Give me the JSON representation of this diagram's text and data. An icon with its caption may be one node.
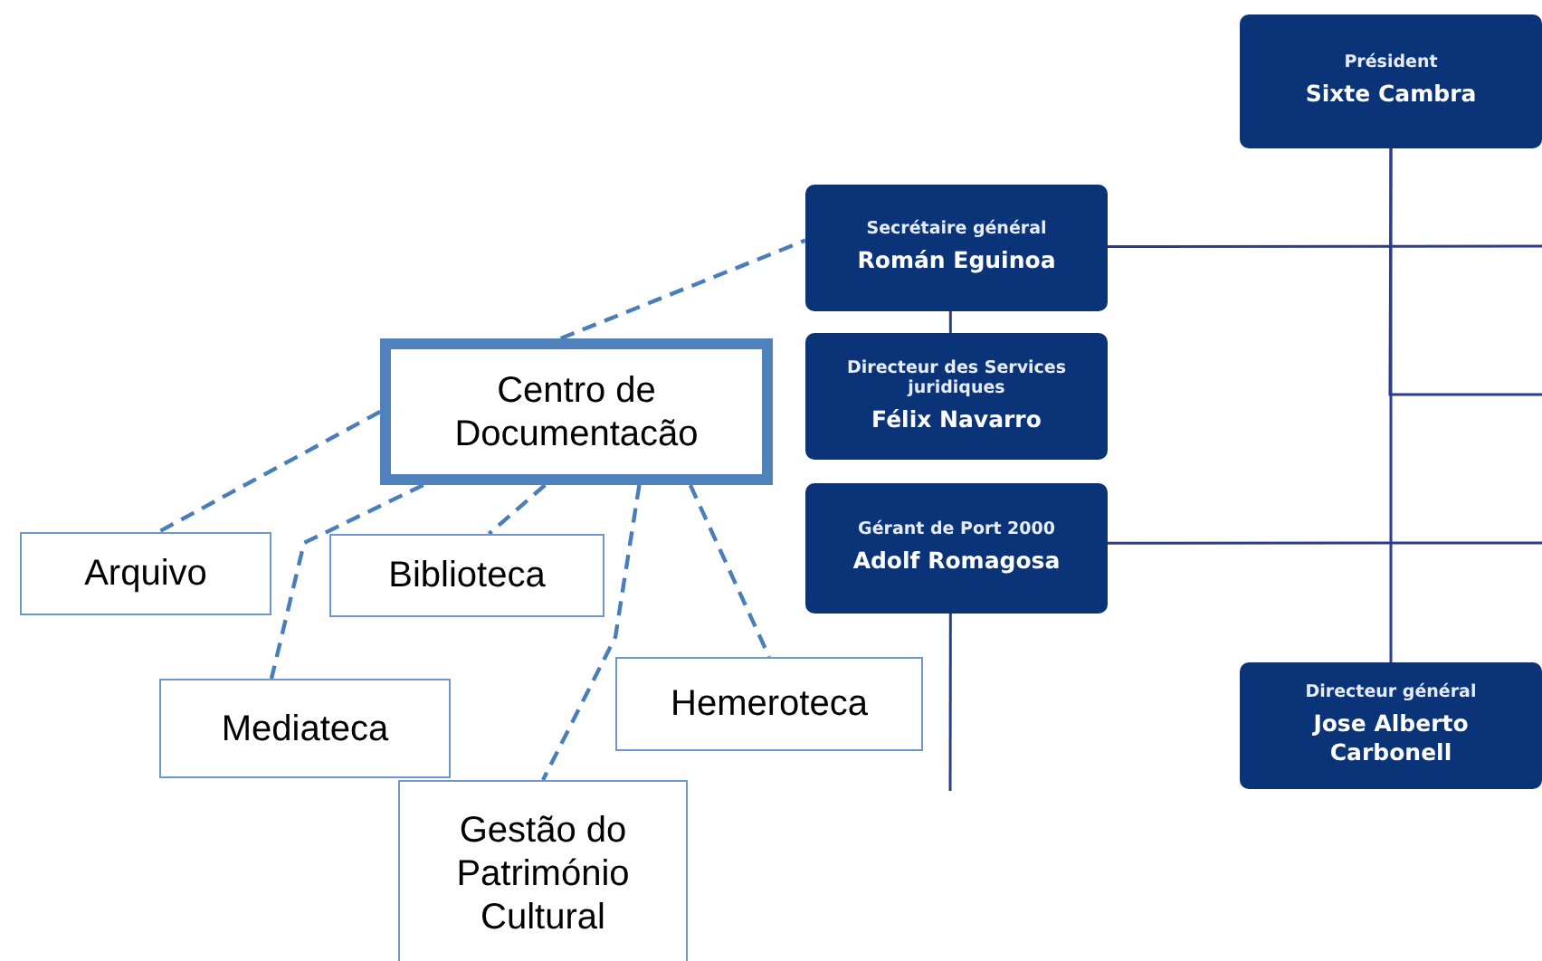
{
  "diagram": {
    "nodes": [
      {
        "text": [
          "Président",
          "Sixte Cambra"
        ]
      },
      {
        "text": [
          "Secrétaire général",
          "Román Eguinoa"
        ]
      },
      {
        "text": [
          "Directeur des Services juridiques",
          "Félix Navarro"
        ]
      },
      {
        "text": [
          "Gérant de Port 2000",
          "Adolf Romagosa"
        ]
      },
      {
        "text": [
          "Directeur général",
          "Jose Alberto Carbonell"
        ]
      },
      {
        "text": [
          "Centro de Documentacão"
        ]
      },
      {
        "text": [
          "Arquivo"
        ]
      },
      {
        "text": [
          "Biblioteca"
        ]
      },
      {
        "text": [
          "Mediateca"
        ]
      },
      {
        "text": [
          "Hemeroteca"
        ]
      },
      {
        "text": [
          "Gestão do Património Cultural"
        ]
      }
    ],
    "edges": [
      {
        "from": 0,
        "to": 4,
        "arrow": "none"
      },
      {
        "from": 0,
        "to": null,
        "arrow": "none"
      },
      {
        "from": 1,
        "to": null,
        "arrow": "none"
      },
      {
        "from": 1,
        "to": 2,
        "arrow": "none"
      },
      {
        "from": 3,
        "to": null,
        "arrow": "none"
      },
      {
        "from": 3,
        "to": null,
        "arrow": "none"
      },
      {
        "from": 5,
        "to": 1,
        "arrow": "none",
        "style": "dashed",
        "color": "#4a7ebb"
      },
      {
        "from": 5,
        "to": 6,
        "arrow": "none",
        "style": "dashed",
        "color": "#4a7ebb"
      },
      {
        "from": 5,
        "to": 7,
        "arrow": "none",
        "style": "dashed",
        "color": "#4a7ebb"
      },
      {
        "from": 5,
        "to": 8,
        "arrow": "none",
        "style": "dashed",
        "color": "#4a7ebb"
      },
      {
        "from": 5,
        "to": 9,
        "arrow": "none",
        "style": "dashed",
        "color": "#4a7ebb"
      },
      {
        "from": 5,
        "to": 10,
        "arrow": "none",
        "style": "dashed",
        "color": "#4a7ebb"
      }
    ]
  }
}
